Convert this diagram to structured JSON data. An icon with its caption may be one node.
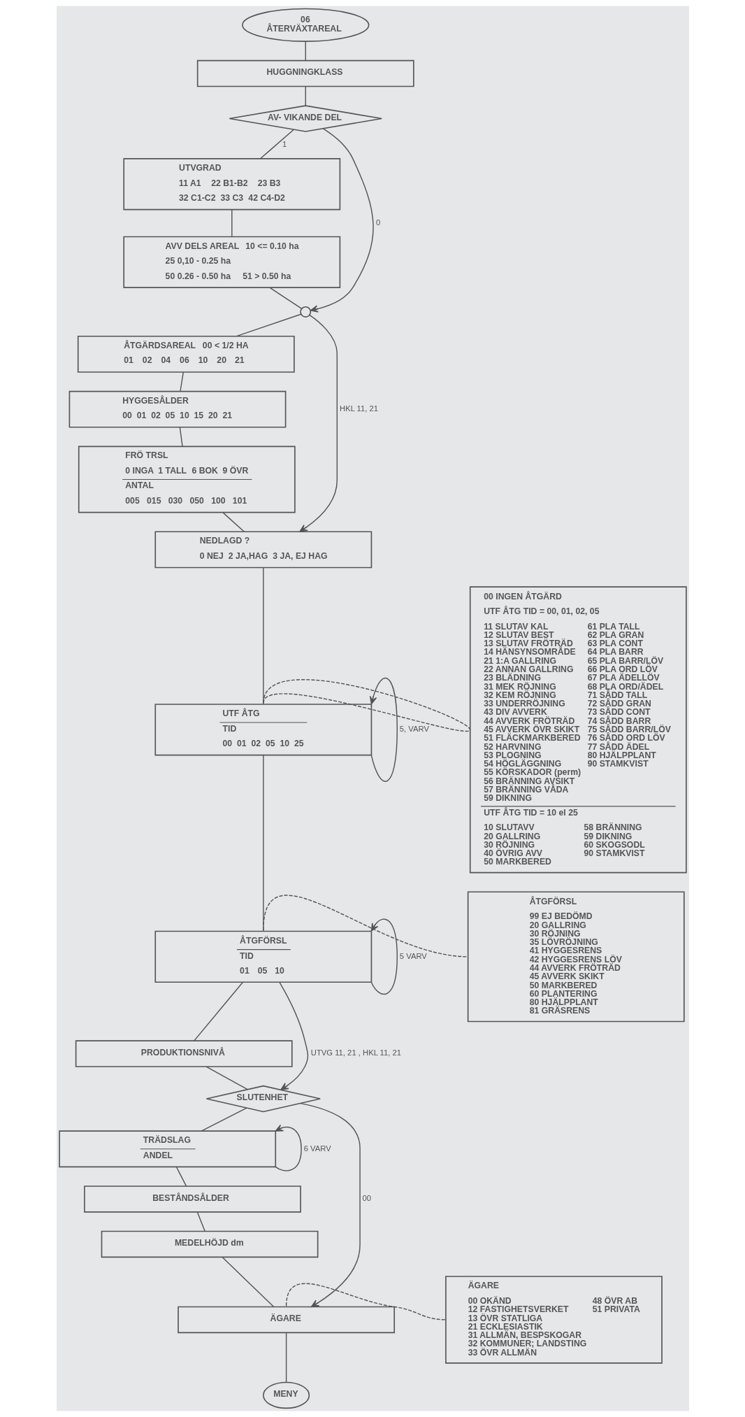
{
  "diagram": {
    "nodes": [
      {
        "text": [
          "06",
          "ÅTERVÄXTAREAL"
        ]
      },
      {
        "text": [
          "HUGGNINGKLASS"
        ]
      },
      {
        "text": [
          "AV- VIKANDE DEL"
        ]
      },
      {
        "text": [
          "UTVGRAD",
          "11 A1",
          "22 B1-B2",
          "23 B3",
          "32 C1-C2",
          "33 C3",
          "42 C4-D2"
        ]
      },
      {
        "text": [
          "AVV DELS AREAL",
          "10 <= 0.10 ha",
          "25 0,10 - 0.25 ha",
          "50 0.26 - 0.50 ha",
          "51 > 0.50 ha"
        ]
      },
      {
        "text": [],
        "shape": "circle"
      },
      {
        "text": [
          "ÅTGÄRDSAREAL",
          "00 < 1/2 HA",
          "01",
          "02",
          "04",
          "06",
          "10",
          "20",
          "21"
        ]
      },
      {
        "text": [
          "HYGGESÅLDER",
          "00",
          "01",
          "02",
          "05",
          "10",
          "15",
          "20",
          "21"
        ]
      },
      {
        "text": [
          "FRÖ TRSL",
          "0 INGA",
          "1 TALL",
          "6 BOK",
          "9 ÖVR",
          "ANTAL",
          "005",
          "015",
          "030",
          "050",
          "100",
          "101"
        ]
      },
      {
        "text": [
          "NEDLAGD ?",
          "0 NEJ",
          "2 JA,HAG",
          "3 JA, EJ HAG"
        ]
      },
      {
        "text": [
          "UTF ÅTG",
          "TID",
          "00",
          "01",
          "02",
          "05",
          "10",
          "25"
        ]
      },
      {
        "text": [
          "ÅTGFÖRSL",
          "TID",
          "01",
          "05",
          "10"
        ]
      },
      {
        "text": [
          "PRODUKTIONSNIVÅ"
        ]
      },
      {
        "text": [
          "SLUTENHET"
        ]
      },
      {
        "text": [
          "TRÄDSLAG",
          "ANDEL"
        ]
      },
      {
        "text": [
          "BESTÅNDSÅLDER"
        ]
      },
      {
        "text": [
          "MEDELHÖJD dm"
        ]
      },
      {
        "text": [
          "ÄGARE"
        ]
      },
      {
        "text": [
          "MENY"
        ]
      },
      {
        "text": [
          "00 INGEN ÅTGÄRD",
          "UTF ÅTG TID = 00, 01, 02, 05",
          "11 SLUTAV KAL",
          "12 SLUTAV BEST",
          "13 SLUTAV FRÖTRÄD",
          "14 HÄNSYNSOMRÅDE",
          "21 1:A GALLRING",
          "22 ANNAN GALLRING",
          "23 BLÄDNING",
          "31 MEK RÖJNING",
          "32 KEM RÖJNING",
          "33 UNDERRÖJNING",
          "43 DIV AVVERK",
          "44 AVVERK FRÖTRÄD",
          "45 AVVERK ÖVR SKIKT",
          "51 FLÄCKMARKBERED",
          "52 HARVNING",
          "53 PLOGNING",
          "54 HÖGLÄGGNING",
          "55 KÖRSKADOR (perm)",
          "56 BRÄNNING AVSIKT",
          "57 BRÄNNING VÅDA",
          "59 DIKNING",
          "61 PLA TALL",
          "62 PLA GRAN",
          "63 PLA CONT",
          "64 PLA BARR",
          "65 PLA BARR/LÖV",
          "66 PLA ORD LÖV",
          "67 PLA ÄDELLÖV",
          "68 PLA ORD/ÄDEL",
          "71 SÅDD TALL",
          "72 SÅDD GRAN",
          "73 SÅDD CONT",
          "74 SÅDD BARR",
          "75 SÅDD BARR/LÖV",
          "76 SÅDD ORD LÖV",
          "77 SÅDD ÄDEL",
          "80 HJÄLPPLANT",
          "90 STAMKVIST",
          "UTF ÅTG TID = 10 el 25",
          "10 SLUTAVV",
          "20 GALLRING",
          "30 RÖJNING",
          "40 ÖVRIG AVV",
          "50 MARKBERED",
          "58 BRÄNNING",
          "59 DIKNING",
          "60 SKOGSODL",
          "90 STAMKVIST"
        ]
      },
      {
        "text": [
          "ÅTGFÖRSL",
          "99 EJ BEDÖMD",
          "20 GALLRING",
          "30 RÖJNING",
          "35 LÖVRÖJNING",
          "41 HYGGESRENS",
          "42 HYGGESRENS LÖV",
          "44 AVVERK FRÖTRÄD",
          "45 AVVERK SKIKT",
          "50 MARKBERED",
          "60 PLANTERING",
          "80 HJÄLPPLANT",
          "81 GRÄSRENS"
        ]
      },
      {
        "text": [
          "ÄGARE",
          "00 OKÄND",
          "12 FASTIGHETSVERKET",
          "13 ÖVR STATLIGA",
          "21 ECKLESIASTIK",
          "31 ALLMÄN, BESPSKOGAR",
          "32 KOMMUNER; LANDSTING",
          "33 ÖVR ALLMÄN",
          "48 ÖVR AB",
          "51 PRIVATA"
        ]
      }
    ],
    "edges": [
      {
        "from": 0,
        "to": 1,
        "arrow": "none"
      },
      {
        "from": 1,
        "to": 2,
        "arrow": "none"
      },
      {
        "from": 2,
        "to": 3,
        "arrow": "none",
        "label": "1"
      },
      {
        "from": 2,
        "to": 5,
        "arrow": "to",
        "label": "0"
      },
      {
        "from": 3,
        "to": 4,
        "arrow": "none"
      },
      {
        "from": 4,
        "to": 5,
        "arrow": "none"
      },
      {
        "from": 5,
        "to": 6,
        "arrow": "none"
      },
      {
        "from": 5,
        "to": 9,
        "arrow": "to",
        "label": "HKL 11, 21"
      },
      {
        "from": 6,
        "to": 7,
        "arrow": "none"
      },
      {
        "from": 7,
        "to": 8,
        "arrow": "none"
      },
      {
        "from": 8,
        "to": 9,
        "arrow": "none"
      },
      {
        "from": 9,
        "to": 10,
        "arrow": "none"
      },
      {
        "from": 10,
        "to": 10,
        "arrow": "to",
        "label": "5, VARV"
      },
      {
        "from": 10,
        "to": 11,
        "arrow": "none"
      },
      {
        "from": 11,
        "to": 11,
        "arrow": "to",
        "label": "5 VARV"
      },
      {
        "from": 11,
        "to": 12,
        "arrow": "none"
      },
      {
        "from": 11,
        "to": 13,
        "arrow": "to",
        "label": "UTVG 11, 21 , HKL 11, 21"
      },
      {
        "from": 12,
        "to": 13,
        "arrow": "none"
      },
      {
        "from": 13,
        "to": 14,
        "arrow": "none"
      },
      {
        "from": 13,
        "to": 17,
        "arrow": "to",
        "label": "00"
      },
      {
        "from": 14,
        "to": 14,
        "arrow": "to",
        "label": "6 VARV"
      },
      {
        "from": 14,
        "to": 15,
        "arrow": "none"
      },
      {
        "from": 15,
        "to": 16,
        "arrow": "none"
      },
      {
        "from": 16,
        "to": 17,
        "arrow": "none"
      },
      {
        "from": 17,
        "to": 18,
        "arrow": "none"
      },
      {
        "from": 10,
        "to": 19,
        "arrow": "none",
        "style": "dashed"
      },
      {
        "from": 10,
        "to": 19,
        "arrow": "none",
        "style": "dashed"
      },
      {
        "from": 11,
        "to": 20,
        "arrow": "none",
        "style": "dashed"
      },
      {
        "from": 17,
        "to": 21,
        "arrow": "none",
        "style": "dashed"
      }
    ]
  }
}
